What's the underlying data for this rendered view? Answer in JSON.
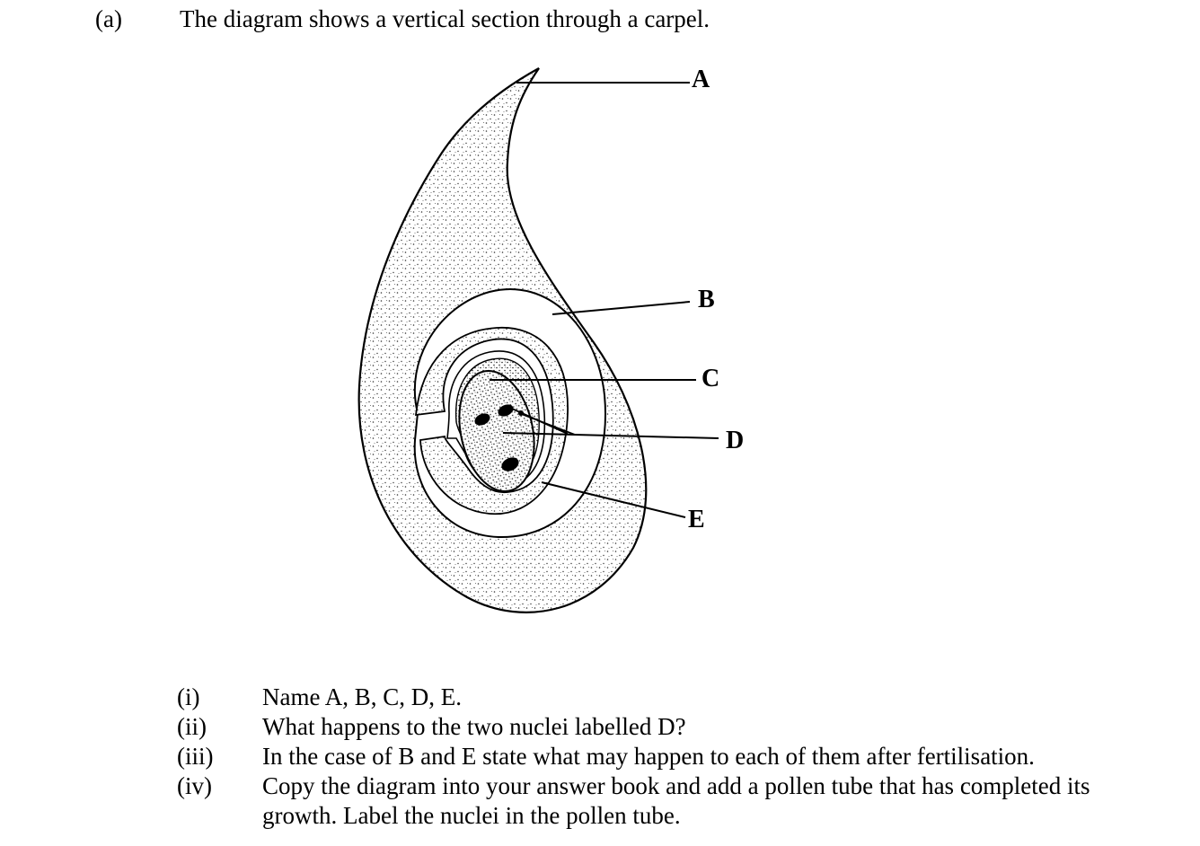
{
  "part_label": "(a)",
  "intro": "The diagram shows a vertical section through a carpel.",
  "diagram": {
    "labels": {
      "A": "A",
      "B": "B",
      "C": "C",
      "D": "D",
      "E": "E"
    }
  },
  "questions": [
    {
      "num": "(i)",
      "text": "Name A, B, C, D, E."
    },
    {
      "num": "(ii)",
      "text": "What happens to the two nuclei labelled D?"
    },
    {
      "num": "(iii)",
      "text": "In the case of B and E state what may happen to each of them after fertilisation."
    },
    {
      "num": "(iv)",
      "text": "Copy the diagram into your answer book and add a pollen tube that has completed its growth.  Label the nuclei in the pollen tube."
    }
  ]
}
